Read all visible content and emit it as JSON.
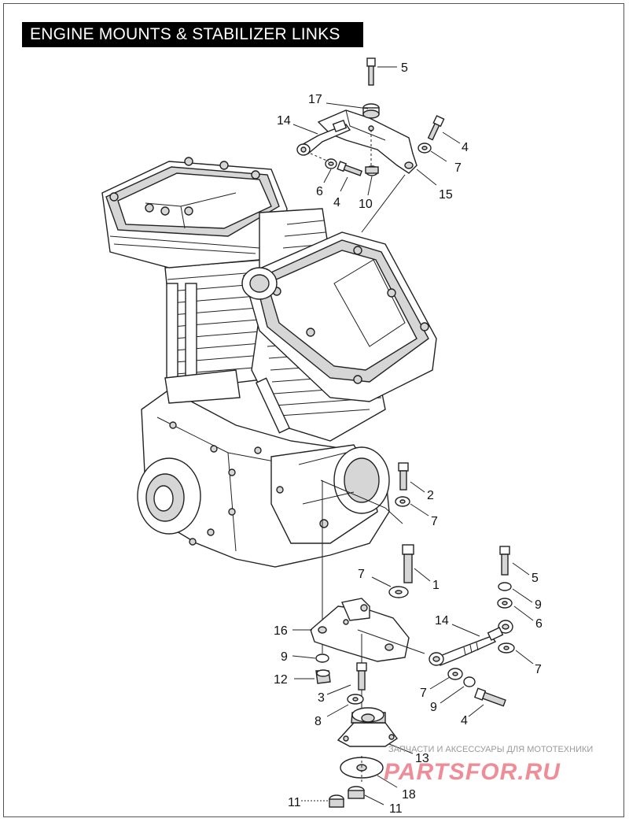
{
  "title": "ENGINE MOUNTS & STABILIZER LINKS",
  "callouts": {
    "c5_top": "5",
    "c17": "17",
    "c14_top": "14",
    "c4_top_right": "4",
    "c7_top": "7",
    "c6_top": "6",
    "c4_top": "4",
    "c10": "10",
    "c15": "15",
    "c2": "2",
    "c7_mid": "7",
    "c7_left": "7",
    "c1": "1",
    "c5_right": "5",
    "c9_right": "9",
    "c6_right": "6",
    "c14_right": "14",
    "c7_right": "7",
    "c16": "16",
    "c9_left": "9",
    "c12": "12",
    "c3": "3",
    "c7_lower": "7",
    "c9_lower": "9",
    "c8": "8",
    "c4_lower": "4",
    "c13": "13",
    "c18": "18",
    "c11_left": "11",
    "c11_right": "11"
  },
  "watermark": {
    "tagline": "ЗАПЧАСТИ И АКСЕССУАРЫ ДЛЯ МОТОТЕХНИКИ",
    "logo": "PARTSFOR.RU"
  },
  "colors": {
    "title_bg": "#000000",
    "title_fg": "#ffffff",
    "watermark_logo": "#ee8d97"
  }
}
